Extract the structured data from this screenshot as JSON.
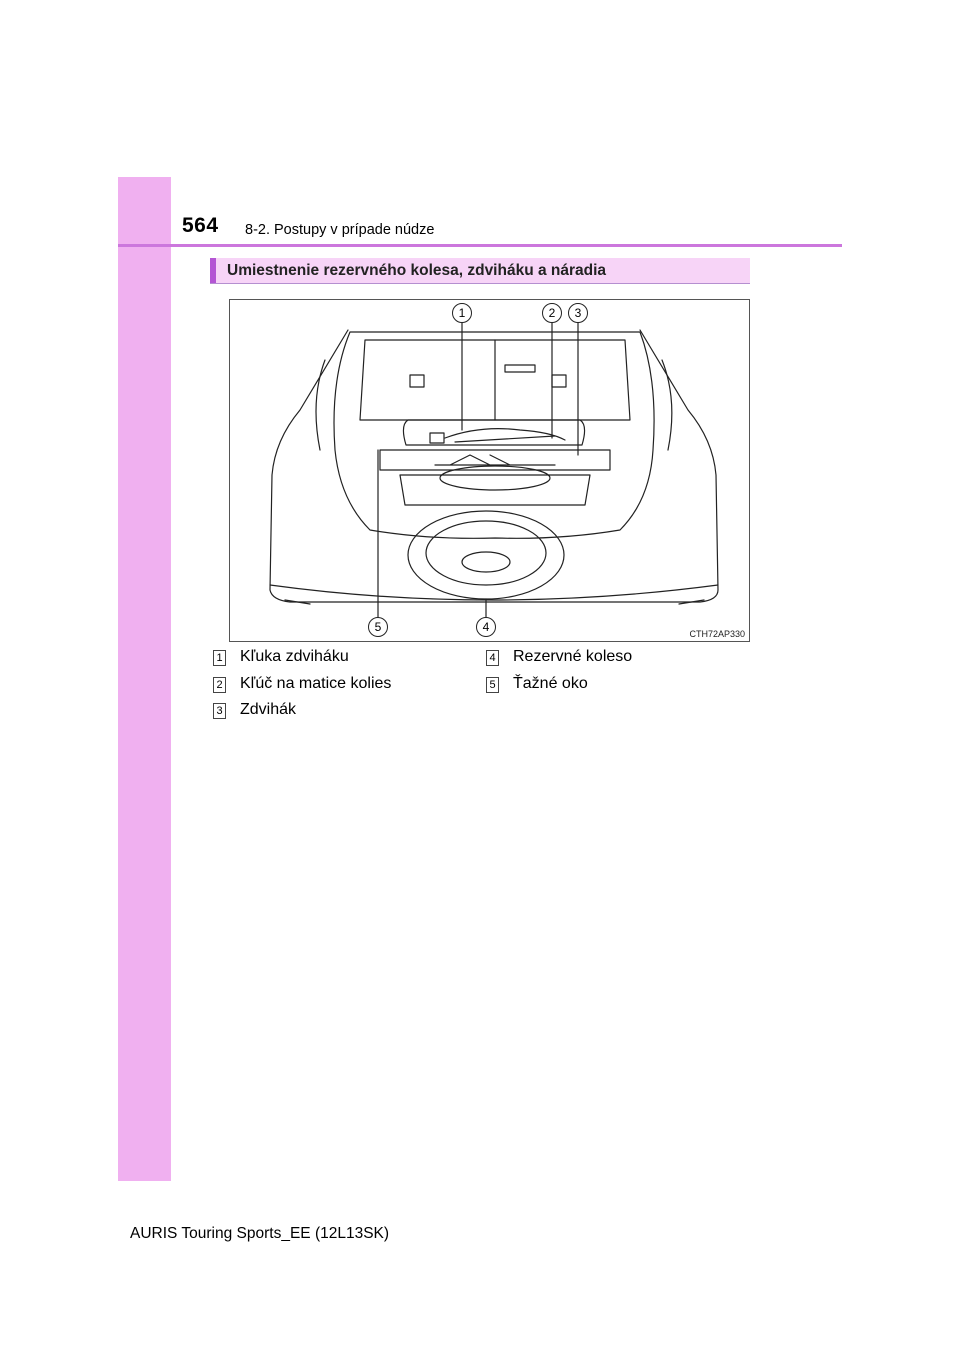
{
  "header": {
    "page_number": "564",
    "chapter_title": "8-2. Postupy v prípade núdze"
  },
  "section": {
    "heading": "Umiestnenie rezervného kolesa, zdviháku a náradia"
  },
  "figure": {
    "code": "CTH72AP330",
    "callouts": [
      "1",
      "2",
      "3",
      "4",
      "5"
    ]
  },
  "legend": {
    "items": [
      {
        "num": "1",
        "label": "Kľuka zdviháku"
      },
      {
        "num": "2",
        "label": "Kľúč na matice kolies"
      },
      {
        "num": "3",
        "label": "Zdvihák"
      },
      {
        "num": "4",
        "label": "Rezervné koleso"
      },
      {
        "num": "5",
        "label": "Ťažné oko"
      }
    ]
  },
  "footer": {
    "text": "AURIS Touring Sports_EE (12L13SK)"
  },
  "colors": {
    "side_bar": "#f0b0f0",
    "header_rule": "#cc77dd",
    "heading_bg": "#f7d4f7",
    "heading_accent": "#b455d4"
  }
}
